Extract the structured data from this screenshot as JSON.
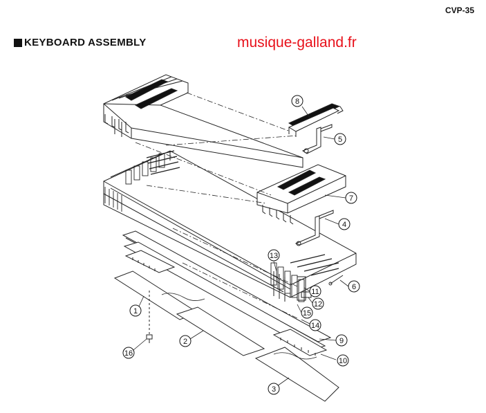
{
  "header": {
    "model": "CVP-35",
    "title": "KEYBOARD ASSEMBLY",
    "watermark": "musique-galland.fr"
  },
  "callouts": [
    {
      "id": "1",
      "label": "1"
    },
    {
      "id": "2",
      "label": "2"
    },
    {
      "id": "3",
      "label": "3"
    },
    {
      "id": "4",
      "label": "4"
    },
    {
      "id": "5",
      "label": "5"
    },
    {
      "id": "6",
      "label": "6"
    },
    {
      "id": "7",
      "label": "7"
    },
    {
      "id": "8",
      "label": "8"
    },
    {
      "id": "9",
      "label": "9"
    },
    {
      "id": "10",
      "label": "10"
    },
    {
      "id": "11",
      "label": "11"
    },
    {
      "id": "12",
      "label": "12"
    },
    {
      "id": "13",
      "label": "13"
    },
    {
      "id": "14",
      "label": "14"
    },
    {
      "id": "15",
      "label": "15"
    },
    {
      "id": "16",
      "label": "16"
    }
  ]
}
